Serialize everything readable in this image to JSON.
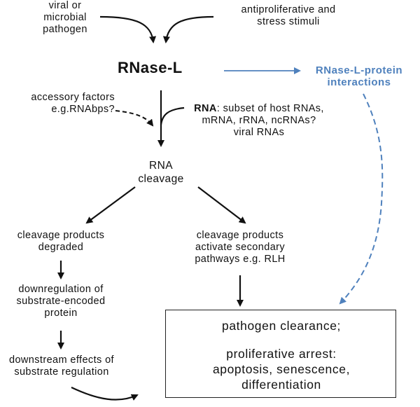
{
  "colors": {
    "black": "#111111",
    "blue": "#4f81bd"
  },
  "nodes": {
    "viral_pathogen": [
      "viral or",
      "microbial",
      "pathogen"
    ],
    "antiproliferative": [
      "antiproliferative and",
      "stress stimuli"
    ],
    "rnase_l": "RNase-L",
    "protein_interactions": [
      "RNase-L-protein",
      "interactions"
    ],
    "accessory_factors": [
      "accessory factors",
      "e.g.RNAbps?"
    ],
    "rna_substrates": {
      "bold": "RNA",
      "line1_rest": ": subset of host RNAs,",
      "line2": "mRNA, rRNA, ncRNAs?",
      "line3": "viral RNAs"
    },
    "rna_cleavage": [
      "RNA",
      "cleavage"
    ],
    "products_degraded": [
      "cleavage products",
      "degraded"
    ],
    "products_activate": [
      "cleavage products",
      "activate secondary",
      "pathways e.g. RLH"
    ],
    "downregulation": [
      "downregulation of",
      "substrate-encoded",
      "protein"
    ],
    "downstream_effects": [
      "downstream effects of",
      "substrate regulation"
    ],
    "outcome": {
      "line1": "pathogen clearance;",
      "line2": "proliferative arrest:",
      "line3": "apoptosis, senescence,",
      "line4": "differentiation"
    }
  }
}
